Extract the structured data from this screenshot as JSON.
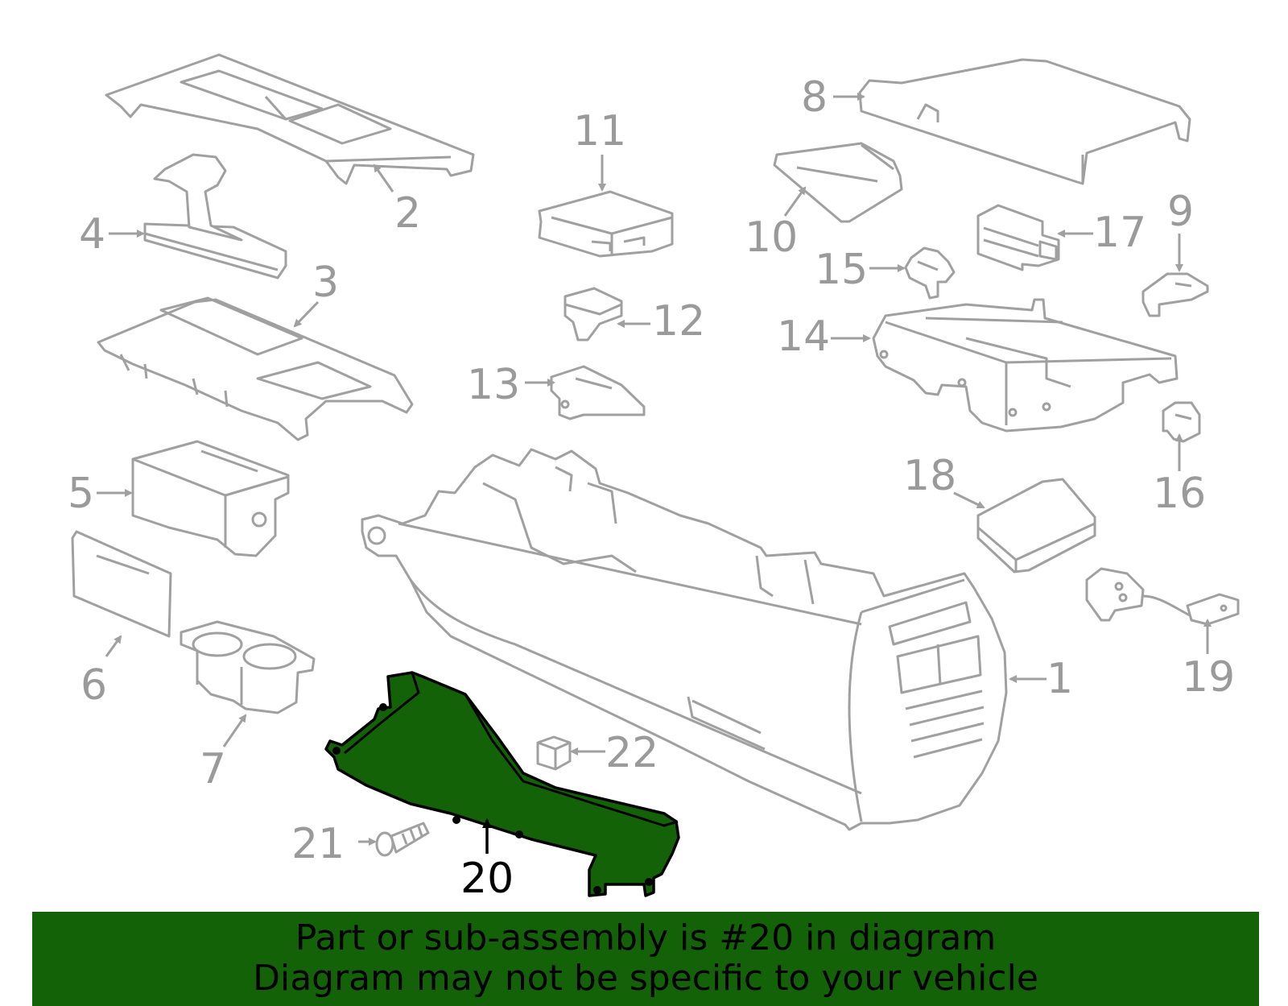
{
  "colors": {
    "highlight_fill": "#136207",
    "banner_bg": "#136207",
    "line_gray": "#a0a0a0",
    "label_gray": "#9a9a9a",
    "highlight_label": "#000000"
  },
  "callouts": {
    "c1": "1",
    "c2": "2",
    "c3": "3",
    "c4": "4",
    "c5": "5",
    "c6": "6",
    "c7": "7",
    "c8": "8",
    "c9": "9",
    "c10": "10",
    "c11": "11",
    "c12": "12",
    "c13": "13",
    "c14": "14",
    "c15": "15",
    "c16": "16",
    "c17": "17",
    "c18": "18",
    "c19": "19",
    "c20": "20",
    "c21": "21",
    "c22": "22"
  },
  "highlighted_part": "20",
  "banner": {
    "line1": "Part or sub-assembly is #20 in diagram",
    "line2": "Diagram may not be specific to your vehicle"
  }
}
